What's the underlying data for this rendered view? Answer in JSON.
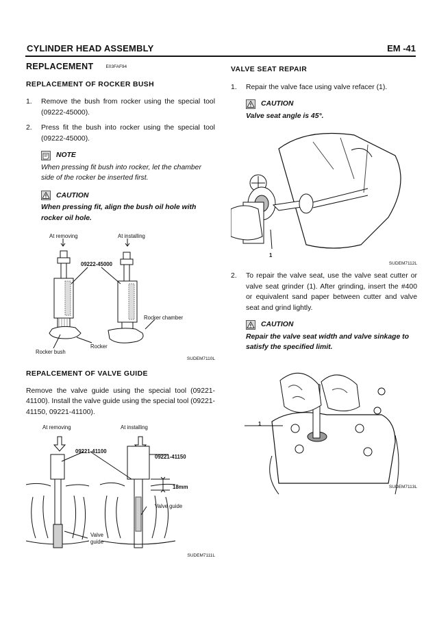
{
  "header": {
    "title": "CYLINDER HEAD ASSEMBLY",
    "page": "EM -41"
  },
  "left": {
    "section_title": "REPLACEMENT",
    "section_code": "E03FAF94",
    "rocker_bush": {
      "title": "REPLACEMENT OF ROCKER BUSH",
      "steps": [
        {
          "num": "1.",
          "text": "Remove the bush from rocker using the special tool (09222-45000)."
        },
        {
          "num": "2.",
          "text": "Press fit the bush into rocker using the special tool (09222-45000)."
        }
      ],
      "note_label": "NOTE",
      "note_text": "When pressing fit bush into rocker, let the chamber side of the rocker be inserted first.",
      "caution_label": "CAUTION",
      "caution_text": "When pressing fit, align the bush oil hole with rocker oil hole.",
      "figure": {
        "label_removing": "At removing",
        "label_installing": "At installing",
        "tool": "09222-45000",
        "rocker_chamber": "Rocker chamber",
        "rocker": "Rocker",
        "rocker_bush": "Rocker bush",
        "code": "SUDEM7110L"
      }
    },
    "valve_guide": {
      "title": "REPALCEMENT OF VALVE GUIDE",
      "text": "Remove the valve guide using the special tool (09221-41100). Install the valve guide using the special tool (09221-41150, 09221-41100).",
      "figure": {
        "label_removing": "At removing",
        "label_installing": "At installing",
        "tool_a": "09221-41100",
        "tool_b": "09221-41150",
        "height": "18mm",
        "valve_guide": "Valve guide",
        "valve_guide_left_1": "Valve",
        "valve_guide_left_2": "guide",
        "code": "SUDEM7111L"
      }
    }
  },
  "right": {
    "title": "VALVE SEAT REPAIR",
    "steps": [
      {
        "num": "1.",
        "text": "Repair the valve face using valve refacer (1)."
      },
      {
        "num": "2.",
        "text": "To repair the valve seat, use the valve seat cutter or valve seat grinder (1). After grinding, insert the #400 or equivalent sand paper between cutter and valve seat and grind lightly."
      }
    ],
    "caution1_label": "CAUTION",
    "caution1_text": "Valve seat angle is 45°.",
    "figure1": {
      "callout": "1",
      "code": "SUDEM7112L"
    },
    "caution2_label": "CAUTION",
    "caution2_text": "Repair the valve seat width and valve sinkage to satisfy the specified limit.",
    "figure2": {
      "callout": "1",
      "code": "SUDEM7113L"
    }
  }
}
